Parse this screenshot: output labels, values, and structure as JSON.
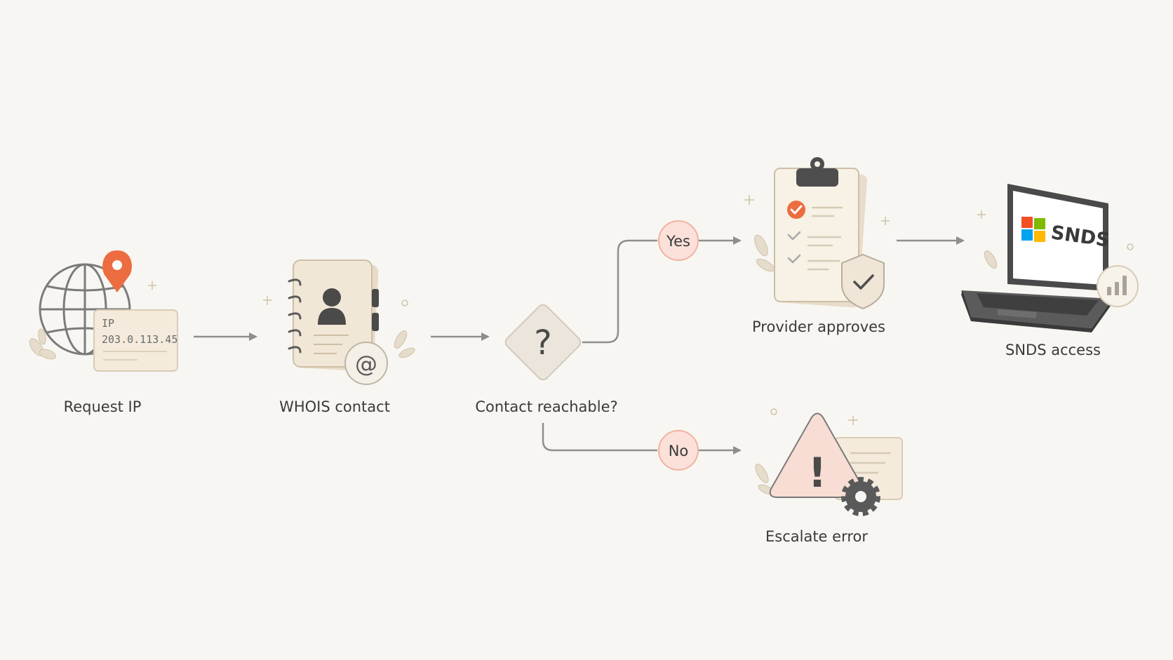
{
  "nodes": {
    "request_ip": {
      "label": "Request IP",
      "ip_tag": "IP",
      "ip_value": "203.0.113.45"
    },
    "whois_contact": {
      "label": "WHOIS contact",
      "at_symbol": "@"
    },
    "decision": {
      "label": "Contact reachable?",
      "symbol": "?"
    },
    "provider_approves": {
      "label": "Provider approves"
    },
    "snds_access": {
      "label": "SNDS access",
      "screen_text": "SNDS"
    },
    "escalate_error": {
      "label": "Escalate error",
      "symbol": "!"
    }
  },
  "branches": {
    "yes": "Yes",
    "no": "No"
  },
  "colors": {
    "accent": "#ec6d3f",
    "badge_fill": "#fbe1d9",
    "badge_stroke": "#f2b2a0",
    "line": "#8e8e8e",
    "background": "#f8f6f2",
    "card": "#f4ebdc"
  },
  "icons": [
    "globe-icon",
    "location-pin-icon",
    "address-book-icon",
    "at-icon",
    "question-diamond-icon",
    "clipboard-checklist-icon",
    "shield-check-icon",
    "laptop-icon",
    "windows-logo-icon",
    "bar-chart-icon",
    "warning-triangle-icon",
    "gear-icon",
    "leaf-icon"
  ]
}
